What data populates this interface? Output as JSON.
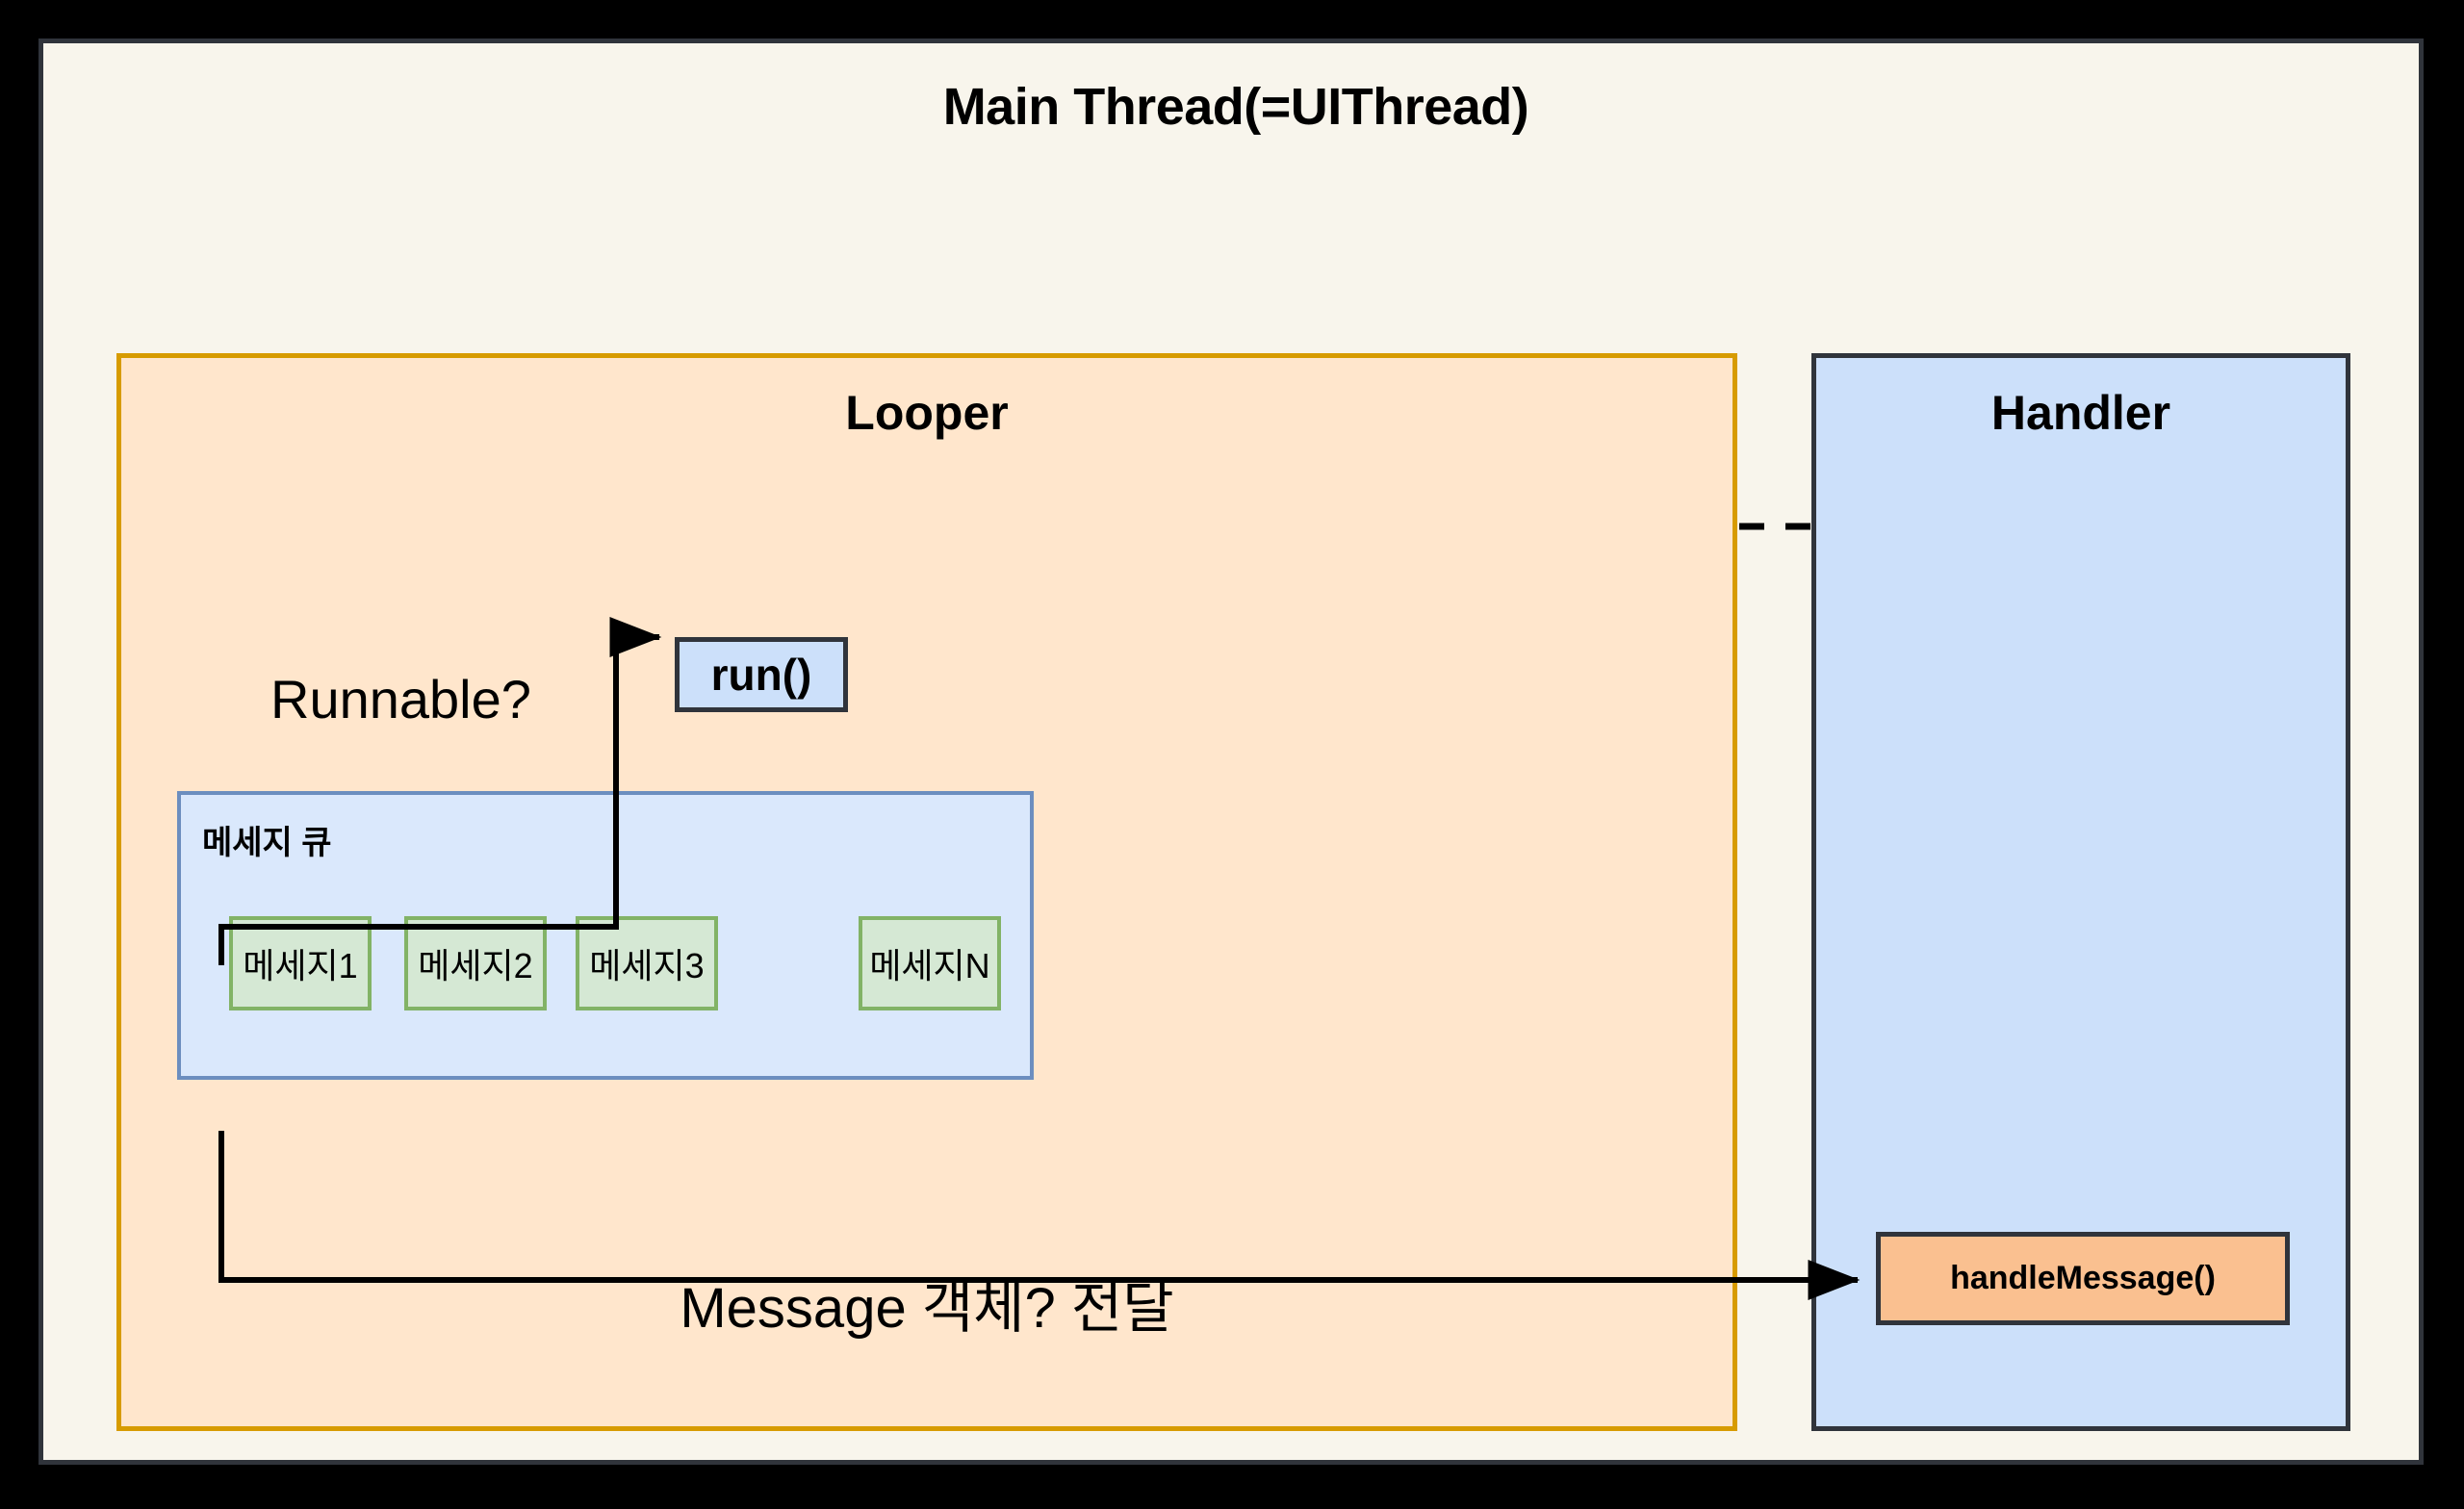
{
  "diagram": {
    "title": "Main Thread(=UIThread)",
    "looper": {
      "title": "Looper",
      "runnable_label": "Runnable?",
      "run_box_label": "run()",
      "queue": {
        "title": "메세지 큐",
        "messages": [
          {
            "label": "메세지1"
          },
          {
            "label": "메세지2"
          },
          {
            "label": "메세지3"
          },
          {
            "label": "메세지N"
          }
        ]
      },
      "message_pass_label": "Message 객체? 전달"
    },
    "handler": {
      "title": "Handler",
      "handle_message_label": "handleMessage()"
    },
    "colors": {
      "frame": "#000000",
      "canvas": "#f8f5ec",
      "canvas_border": "#30343b",
      "looper_fill": "#ffe6cc",
      "looper_border": "#d79b00",
      "handler_fill": "#cce0fa",
      "handler_border": "#30343b",
      "queue_fill": "#dae8fc",
      "queue_border": "#6c8ebf",
      "message_fill": "#d5e8d4",
      "message_border": "#82b366",
      "handle_message_fill": "#fac090",
      "connector": "#000000"
    }
  }
}
